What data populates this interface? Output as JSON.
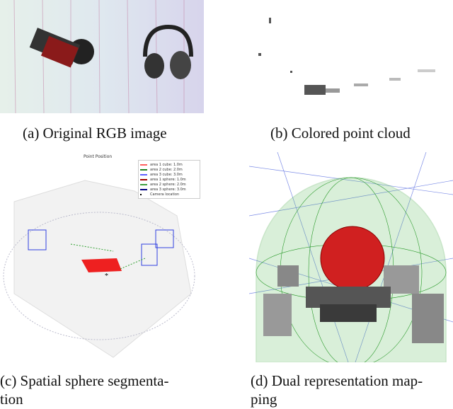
{
  "captions": {
    "a": "(a) Original RGB image",
    "b": "(b) Colored point cloud",
    "c_line1": "(c) Spatial sphere segmenta-",
    "c_line2": "tion",
    "d_line1": "(d) Dual representation map-",
    "d_line2": "ping"
  },
  "plot_c": {
    "title": "Point Position",
    "legend": [
      {
        "label": "area 1 cube: 1.0m",
        "color": "#ff6060"
      },
      {
        "label": "area 2 cube: 2.0m",
        "color": "#208020"
      },
      {
        "label": "area 3 cube: 3.0m",
        "color": "#6060ff"
      },
      {
        "label": "area 1 sphere: 1.0m",
        "color": "#a00000"
      },
      {
        "label": "area 2 sphere: 2.0m",
        "color": "#40a040"
      },
      {
        "label": "area 3 sphere: 3.0m",
        "color": "#000080"
      },
      {
        "label": "Camera location",
        "color": "#000000"
      }
    ]
  }
}
